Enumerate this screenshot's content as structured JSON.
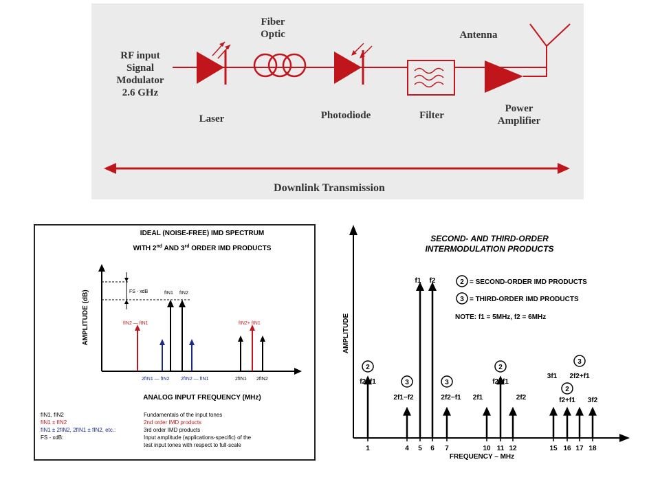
{
  "top": {
    "rf_input": [
      "RF input",
      "Signal",
      "Modulator",
      "2.6 GHz"
    ],
    "fiber_optic": [
      "Fiber",
      "Optic"
    ],
    "antenna": "Antenna",
    "laser": "Laser",
    "photodiode": "Photodiode",
    "filter": "Filter",
    "power_amplifier": [
      "Power",
      "Amplifier"
    ],
    "downlink": "Downlink Transmission",
    "accent": "#c0161b"
  },
  "left": {
    "title_line1": "IDEAL (NOISE-FREE) IMD SPECTRUM",
    "title_line2_a": "WITH 2",
    "title_line2_sup1": "nd",
    "title_line2_b": " AND 3",
    "title_line2_sup2": "rd",
    "title_line2_c": " ORDER IMD PRODUCTS",
    "ylabel": "AMPLITUDE (dB)",
    "xlabel": "ANALOG INPUT FREQUENCY (MHz)",
    "fs_label": "FS - xdB",
    "fin1": "fIN1",
    "fin2": "fIN2",
    "diff_2nd": "fIN2 — fIN1",
    "sum_2nd": "fIN2+ fIN1",
    "im3_low_a": "2fIN1 — fIN2",
    "im3_low_b": "2fIN2 — fIN1",
    "h2_a": "2fIN1",
    "h2_b": "2fIN2",
    "legend": [
      {
        "term": "fIN1, fIN2",
        "desc": "Fundamentals of the input tones",
        "color": "#000000"
      },
      {
        "term": "fIN1 ± fIN2",
        "desc": "2nd order IMD products",
        "color": "#c0161b"
      },
      {
        "term": "fIN1 ± 2fIN2, 2fIN1 ± fIN2, etc.:",
        "desc": "3rd order IMD products",
        "color": "#1a2a8a"
      },
      {
        "term": "FS - xdB:",
        "desc": "Input amplitude (applications-specific) of the",
        "color": "#000000"
      },
      {
        "term": "",
        "desc": "test input tones with respect to full-scale",
        "color": "#000000"
      }
    ],
    "red": "#c0161b",
    "blue": "#1a2a8a"
  },
  "right": {
    "title_line1": "SECOND- AND THIRD-ORDER",
    "title_line2": "INTERMODULATION PRODUCTS",
    "legend_2": "= SECOND-ORDER IMD PRODUCTS",
    "legend_3": "= THIRD-ORDER IMD PRODUCTS",
    "note": "NOTE: f1 = 5MHz, f2 = 6MHz",
    "ylabel": "AMPLITUDE",
    "xlabel": "FREQUENCY – MHz",
    "circle2": "2",
    "circle3": "3"
  },
  "chart_data": {
    "type": "bar",
    "title": "SECOND- AND THIRD-ORDER INTERMODULATION PRODUCTS",
    "xlabel": "FREQUENCY – MHz",
    "ylabel": "AMPLITUDE",
    "x_ticks": [
      1,
      4,
      5,
      6,
      7,
      10,
      11,
      12,
      15,
      16,
      17,
      18
    ],
    "series": [
      {
        "name": "fundamentals",
        "x": [
          5,
          6
        ],
        "labels": [
          "f1",
          "f2"
        ],
        "level": 1.0
      },
      {
        "name": "second-order",
        "x": [
          1,
          11
        ],
        "labels": [
          "f2−f1",
          "f2+f1"
        ],
        "level": 0.4
      },
      {
        "name": "second-order harmonics",
        "x": [
          10,
          12,
          16
        ],
        "labels": [
          "2f1",
          "2f2",
          "f2+f1"
        ],
        "level": 0.2
      },
      {
        "name": "third-order",
        "x": [
          4,
          7,
          15,
          17,
          18
        ],
        "labels": [
          "2f1−f2",
          "2f2−f1",
          "3f1",
          "2f2+f1",
          "3f2"
        ],
        "level": 0.2
      }
    ]
  }
}
